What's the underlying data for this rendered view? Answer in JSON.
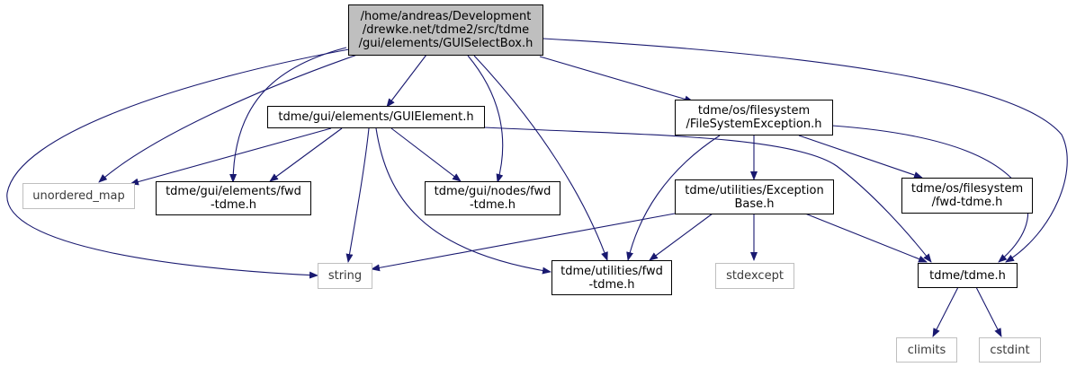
{
  "diagram": {
    "colors": {
      "edge": "#191970",
      "node_border": "#000000",
      "system_border": "#bfbfbf",
      "root_fill": "#bfbfbf"
    },
    "nodes": {
      "root": "/home/andreas/Development\n/drewke.net/tdme2/src/tdme\n/gui/elements/GUISelectBox.h",
      "guielement": "tdme/gui/elements/GUIElement.h",
      "filesystemexception": "tdme/os/filesystem\n/FileSystemException.h",
      "unordered_map": "unordered_map",
      "elements_fwd": "tdme/gui/elements/fwd\n-tdme.h",
      "nodes_fwd": "tdme/gui/nodes/fwd\n-tdme.h",
      "exceptionbase": "tdme/utilities/Exception\nBase.h",
      "filesystem_fwd": "tdme/os/filesystem\n/fwd-tdme.h",
      "string": "string",
      "utilities_fwd": "tdme/utilities/fwd\n-tdme.h",
      "stdexcept": "stdexcept",
      "tdme_h": "tdme/tdme.h",
      "climits": "climits",
      "cstdint": "cstdint"
    }
  }
}
